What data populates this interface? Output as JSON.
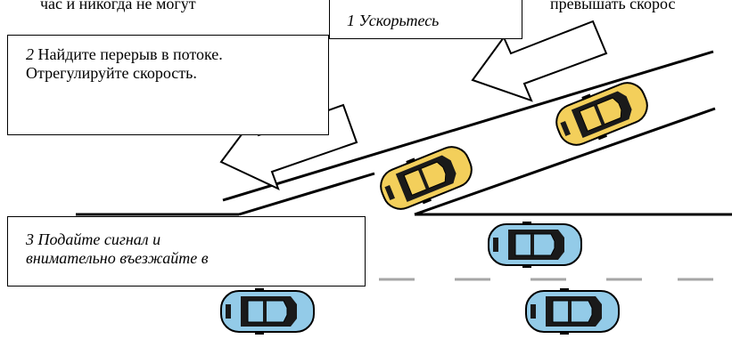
{
  "top_text": {
    "left": "час и никогда не могут",
    "right": "превышать скорос"
  },
  "step1": {
    "text": "1 Ускорьтесь"
  },
  "step2": {
    "num": "2",
    "line1": " Найдите перерыв в потоке.",
    "line2": "Отрегулируйте скорость."
  },
  "step3": {
    "line1": "3 Подайте сигнал и",
    "line2": "внимательно въезжайте в"
  },
  "colors": {
    "yellow_car": "#f3cf5b",
    "blue_car": "#93cbe8",
    "window": "#1a1a1a",
    "line": "#000000",
    "dash": "#a6a6a6"
  },
  "icons": [
    "arrow-left-icon",
    "car-yellow-icon",
    "car-blue-icon"
  ]
}
